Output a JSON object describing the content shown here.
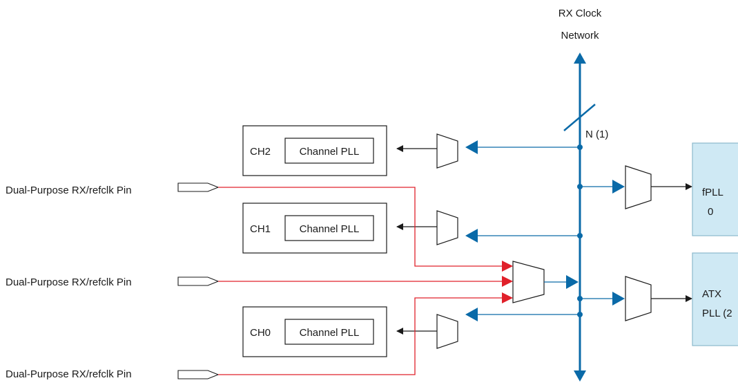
{
  "rx_network": {
    "title_line1": "RX Clock",
    "title_line2": "Network",
    "bus_width": "N (1)"
  },
  "pins": [
    {
      "label": "Dual-Purpose RX/refclk Pin"
    },
    {
      "label": "Dual-Purpose RX/refclk Pin"
    },
    {
      "label": "Dual-Purpose RX/refclk Pin"
    }
  ],
  "channels": [
    {
      "name": "CH2",
      "pll_label": "Channel PLL"
    },
    {
      "name": "CH1",
      "pll_label": "Channel PLL"
    },
    {
      "name": "CH0",
      "pll_label": "Channel PLL"
    }
  ],
  "fpll": {
    "line1": "fPLL",
    "line2": "0"
  },
  "atx_pll": {
    "line1": "ATX",
    "line2": "PLL (2"
  },
  "colors": {
    "network_blue": "#0a6aa8",
    "refclk_red": "#e0202a",
    "pll_fill": "#cfe9f4",
    "pll_stroke": "#8cb9cc",
    "outline": "#1a1a1a"
  }
}
